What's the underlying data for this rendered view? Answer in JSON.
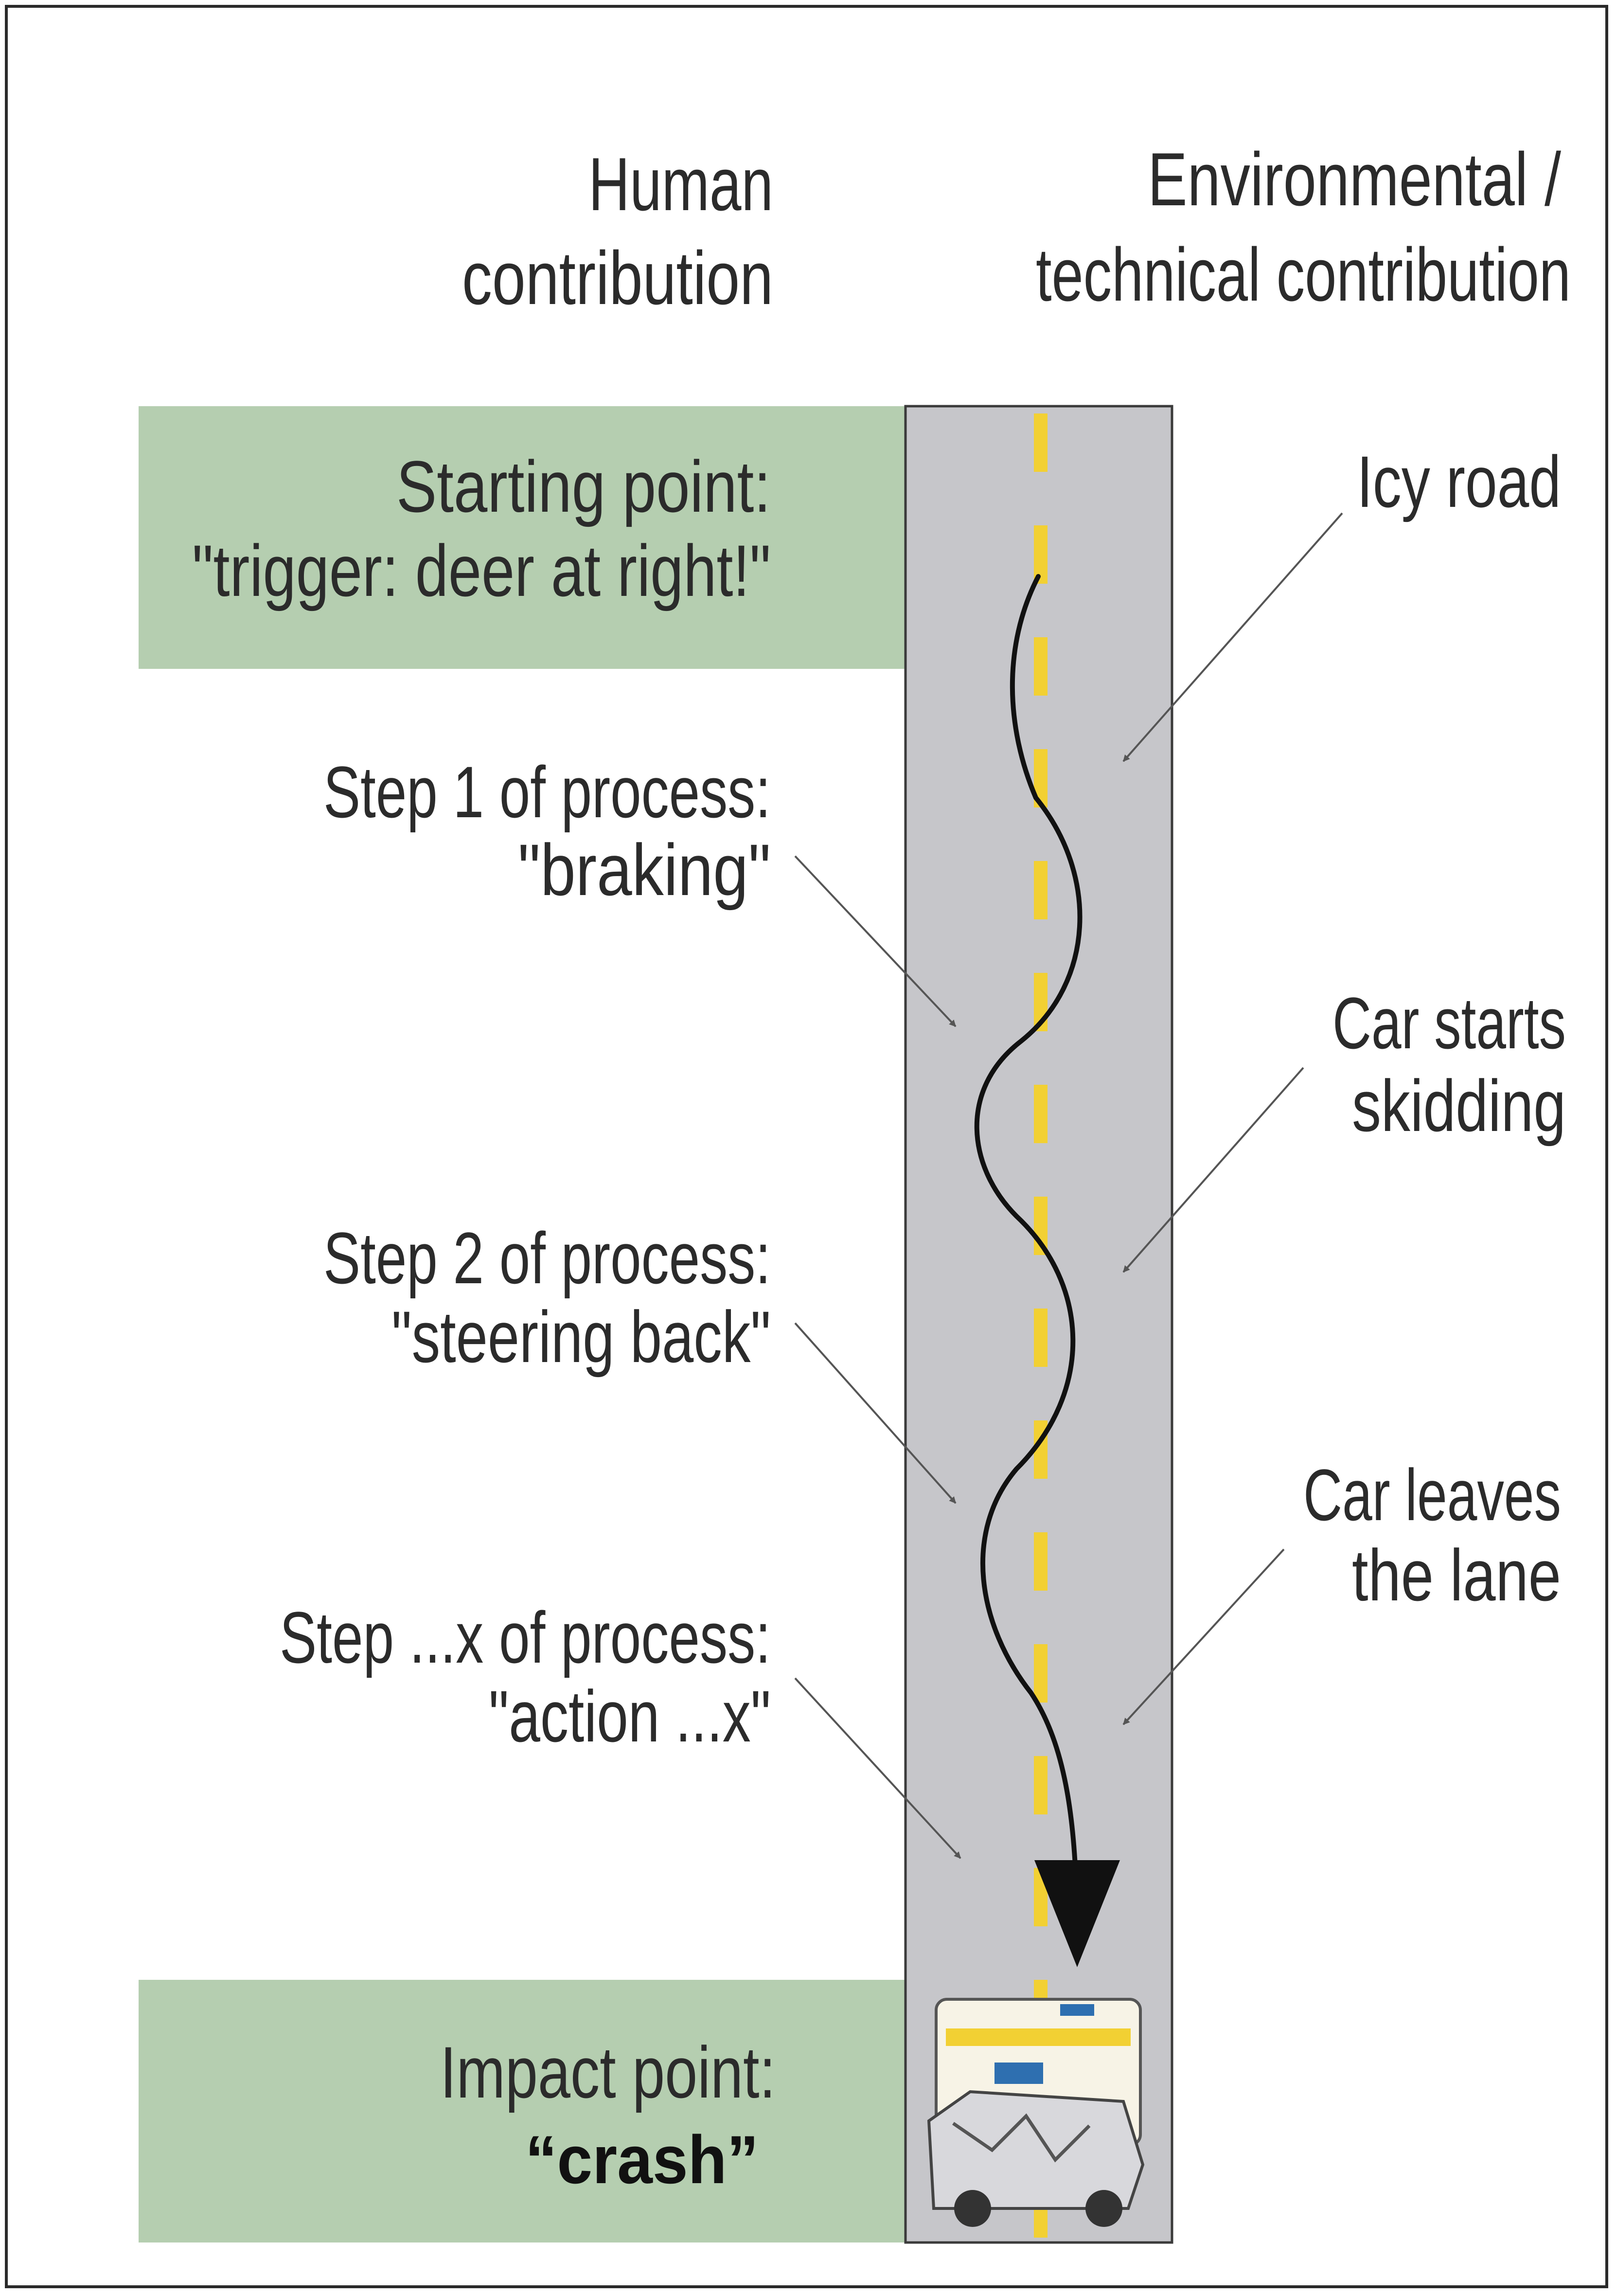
{
  "headers": {
    "human_line1": "Human",
    "human_line2": "contribution",
    "env_line1": "Environmental /",
    "env_line2": "technical contribution"
  },
  "left_labels": {
    "start_line1": "Starting point:",
    "start_line2": "\"trigger: deer at right!\"",
    "step1_line1": "Step 1 of process:",
    "step1_line2": "\"braking\"",
    "step2_line1": "Step 2 of process:",
    "step2_line2": "\"steering back\"",
    "stepx_line1": "Step ...x of process:",
    "stepx_line2": "\"action ...x\"",
    "impact_line1": "Impact point:",
    "impact_line2": "“crash”"
  },
  "right_labels": {
    "icy_road": "Icy road",
    "skid_line1": "Car starts",
    "skid_line2": "skidding",
    "leave_line1": "Car leaves",
    "leave_line2": "the lane"
  },
  "colors": {
    "green_band": "#b5ceb0",
    "road": "#c6c6ca",
    "road_edge": "#3a3a3a",
    "center_line": "#f2d033",
    "text": "#2b2b2b",
    "arrow": "#5a5a5a"
  },
  "icons": {
    "crash_scene": "ambulance-and-wrecked-car-picture"
  }
}
